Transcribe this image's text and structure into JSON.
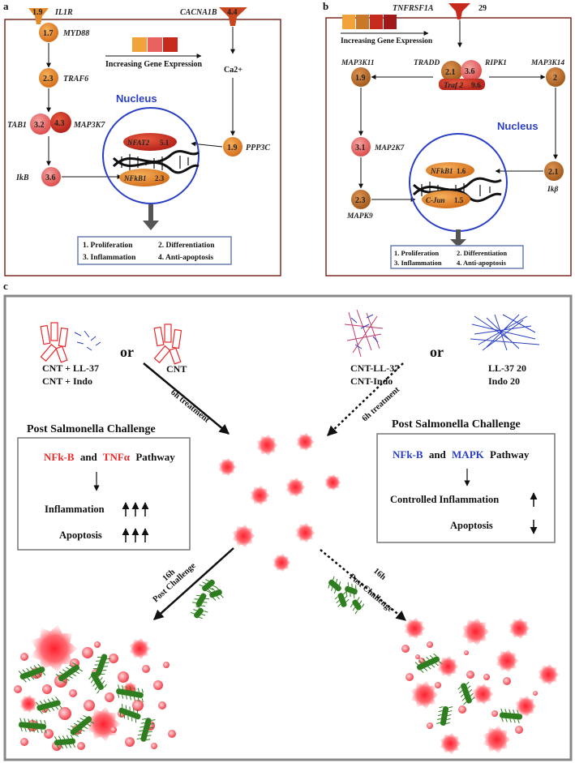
{
  "panel_a": {
    "letter": "a",
    "legend_label": "Increasing Gene Expression",
    "legend_colors": [
      "#f2a23a",
      "#e8635f",
      "#c62a1c"
    ],
    "nucleus_label": "Nucleus",
    "genes": {
      "il1r": {
        "name": "IL1R",
        "value": "1.9"
      },
      "myd88": {
        "name": "MYD88",
        "value": "1.7"
      },
      "cacna1b": {
        "name": "CACNA1B",
        "value": "4.4"
      },
      "traf6": {
        "name": "TRAF6",
        "value": "2.3"
      },
      "tab1": {
        "name": "TAB1",
        "value": "3.2"
      },
      "map3k7": {
        "name": "MAP3K7",
        "value": "4.3"
      },
      "ikb": {
        "name": "IkB",
        "value": "3.6"
      },
      "nfat2": {
        "name": "NFAT2",
        "value": "5.1"
      },
      "nfkb1": {
        "name": "NFkB1",
        "value": "2.3"
      },
      "ppp3c": {
        "name": "PPP3C",
        "value": "1.9"
      }
    },
    "ca_label": "Ca2+",
    "outcomes": [
      "1. Proliferation",
      "2. Differentiation",
      "3. Inflammation",
      "4. Anti-apoptosis"
    ]
  },
  "panel_b": {
    "letter": "b",
    "legend_label": "Increasing Gene Expression",
    "legend_colors": [
      "#f2a23a",
      "#c9782a",
      "#c62a1c",
      "#a0181a"
    ],
    "nucleus_label": "Nucleus",
    "genes": {
      "tnfrsf1a": {
        "name": "TNFRSF1A",
        "value": "29"
      },
      "tradd": {
        "name": "TRADD",
        "value": "2.1"
      },
      "ripk1": {
        "name": "RIPK1",
        "value": "3.6"
      },
      "traf2": {
        "name": "Traf 2",
        "value": "9.6"
      },
      "map3k11": {
        "name": "MAP3K11",
        "value": "1.9"
      },
      "map3k14": {
        "name": "MAP3K14",
        "value": "2"
      },
      "map2k7": {
        "name": "MAP2K7",
        "value": "3.1"
      },
      "ikbeta": {
        "name": "Ikβ",
        "value": "2.1"
      },
      "nfkb1": {
        "name": "NFkB1",
        "value": "1.6"
      },
      "mapk9": {
        "name": "MAPK9",
        "value": "2.3"
      },
      "cjun": {
        "name": "C-Jun",
        "value": "1.5"
      }
    },
    "outcomes": [
      "1. Proliferation",
      "2. Differentiation",
      "3. Inflammation",
      "4. Anti-apoptosis"
    ]
  },
  "panel_c": {
    "letter": "c",
    "left_group": {
      "or": "or",
      "line1": "CNT + LL-37",
      "line2": "CNT + Indo",
      "single": "CNT",
      "treatment": "6h treatment",
      "challenge_title": "Post Salmonella Challenge",
      "pathway_a": "NFk-B",
      "pathway_and": "and",
      "pathway_b": "TNFα",
      "pathway_suffix": "Pathway",
      "effect1": "Inflammation",
      "effect2": "Apoptosis",
      "post_hours": "16h",
      "post_label": "Post Challenge"
    },
    "right_group": {
      "or": "or",
      "line1": "CNT-LL-37",
      "line2": "CNT-Indo",
      "single1": "LL-37 20",
      "single2": "Indo 20",
      "treatment": "6h treatment",
      "challenge_title": "Post Salmonella Challenge",
      "pathway_a": "NFk-B",
      "pathway_and": "and",
      "pathway_b": "MAPK",
      "pathway_suffix": "Pathway",
      "effect1": "Controlled Inflammation",
      "effect2": "Apoptosis",
      "post_hours": "16h",
      "post_label": "Post Challenge"
    },
    "colors": {
      "red": "#e8292a",
      "blue": "#2b3fc4",
      "cell": "#ff2d3a",
      "bacteria": "#2e7d1f"
    }
  }
}
